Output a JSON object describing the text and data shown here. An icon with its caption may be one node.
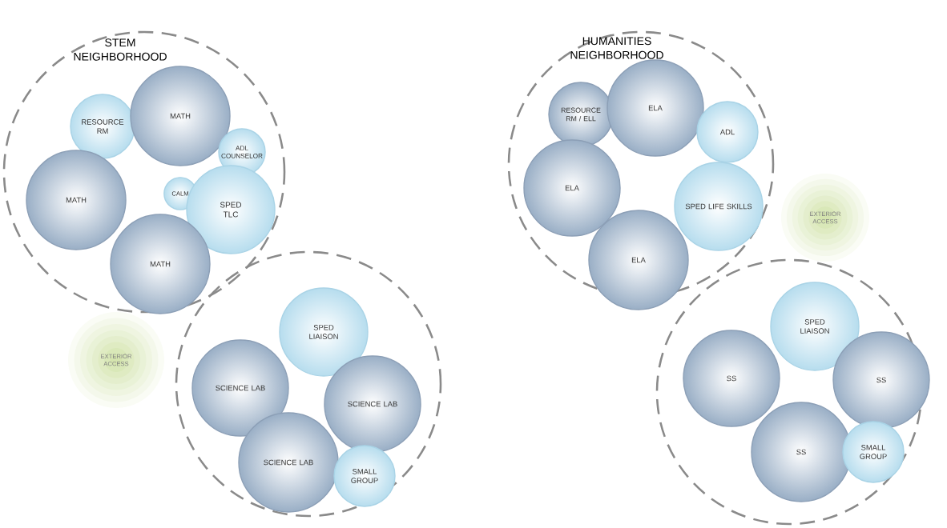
{
  "diagram": {
    "nodes": [
      {
        "text": [
          "STEM NEIGHBORHOOD"
        ]
      },
      {
        "text": [
          "RESOURCE RM"
        ],
        "in": 0
      },
      {
        "text": [
          "MATH"
        ],
        "in": 0
      },
      {
        "text": [
          "ADL COUNSELOR"
        ],
        "in": 0
      },
      {
        "text": [
          "MATH"
        ],
        "in": 0
      },
      {
        "text": [
          "CALM"
        ],
        "in": 0
      },
      {
        "text": [
          "SPED TLC"
        ],
        "in": 0
      },
      {
        "text": [
          "MATH"
        ],
        "in": 0
      },
      {
        "text": [],
        "shape": "circle"
      },
      {
        "text": [
          "SPED LIAISON"
        ],
        "in": 8
      },
      {
        "text": [
          "SCIENCE LAB"
        ],
        "in": 8
      },
      {
        "text": [
          "SCIENCE LAB"
        ],
        "in": 8
      },
      {
        "text": [
          "SCIENCE LAB"
        ],
        "in": 8
      },
      {
        "text": [
          "SMALL GROUP"
        ],
        "in": 8
      },
      {
        "text": [
          "HUMANITIES NEIGHBORHOOD"
        ]
      },
      {
        "text": [
          "RESOURCE RM / ELL"
        ],
        "in": 14
      },
      {
        "text": [
          "ELA"
        ],
        "in": 14
      },
      {
        "text": [
          "ADL"
        ],
        "in": 14
      },
      {
        "text": [
          "ELA"
        ],
        "in": 14
      },
      {
        "text": [
          "SPED LIFE SKILLS"
        ],
        "in": 14
      },
      {
        "text": [
          "ELA"
        ],
        "in": 14
      },
      {
        "text": [],
        "shape": "circle"
      },
      {
        "text": [
          "SPED LIAISON"
        ],
        "in": 21
      },
      {
        "text": [
          "SS"
        ],
        "in": 21
      },
      {
        "text": [
          "SS"
        ],
        "in": 21
      },
      {
        "text": [
          "SS"
        ],
        "in": 21
      },
      {
        "text": [
          "SMALL GROUP"
        ],
        "in": 21
      }
    ],
    "edges": [],
    "labels": [
      "EXTERIOR ACCESS",
      "EXTERIOR ACCESS"
    ]
  }
}
